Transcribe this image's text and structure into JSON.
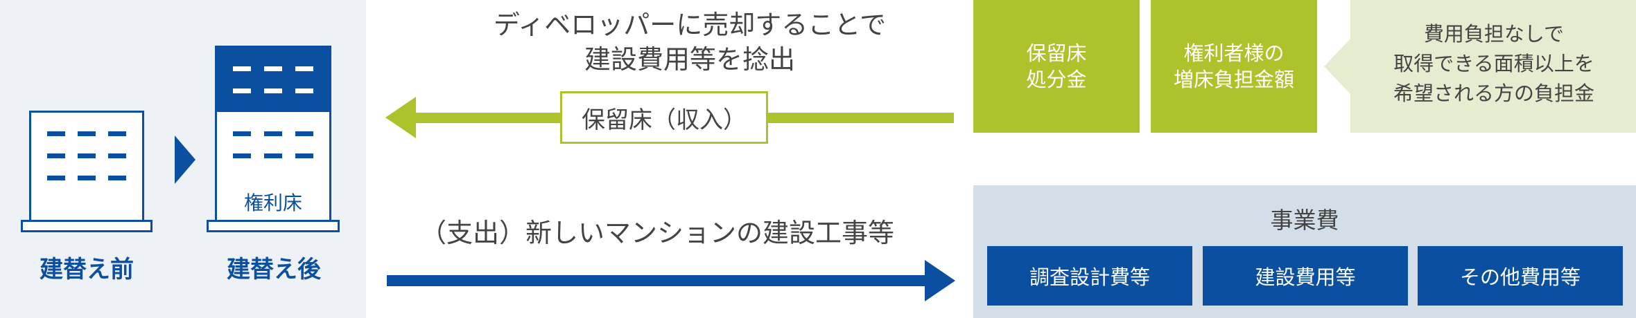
{
  "colors": {
    "blue": "#0a4fa0",
    "green": "#aec22c",
    "pale_green": "#e6ecd0",
    "panel_gray": "#eef2f6",
    "cost_gray": "#d4dee8"
  },
  "left": {
    "before_label": "建替え前",
    "after_label": "建替え後",
    "rights_floor_label": "権利床"
  },
  "revenue": {
    "heading_line1": "ディベロッパーに売却することで",
    "heading_line2": "建設費用等を捻出",
    "arrow_label": "保留床（収入）",
    "boxes": [
      {
        "text": "保留床\n処分金"
      },
      {
        "text": "権利者様の\n増床負担金額"
      }
    ],
    "callout": "費用負担なしで\n取得できる面積以上を\n希望される方の負担金"
  },
  "expense": {
    "label": "（支出）新しいマンションの建設工事等",
    "cost_title": "事業費",
    "items": [
      "調査設計費等",
      "建設費用等",
      "その他費用等"
    ]
  }
}
